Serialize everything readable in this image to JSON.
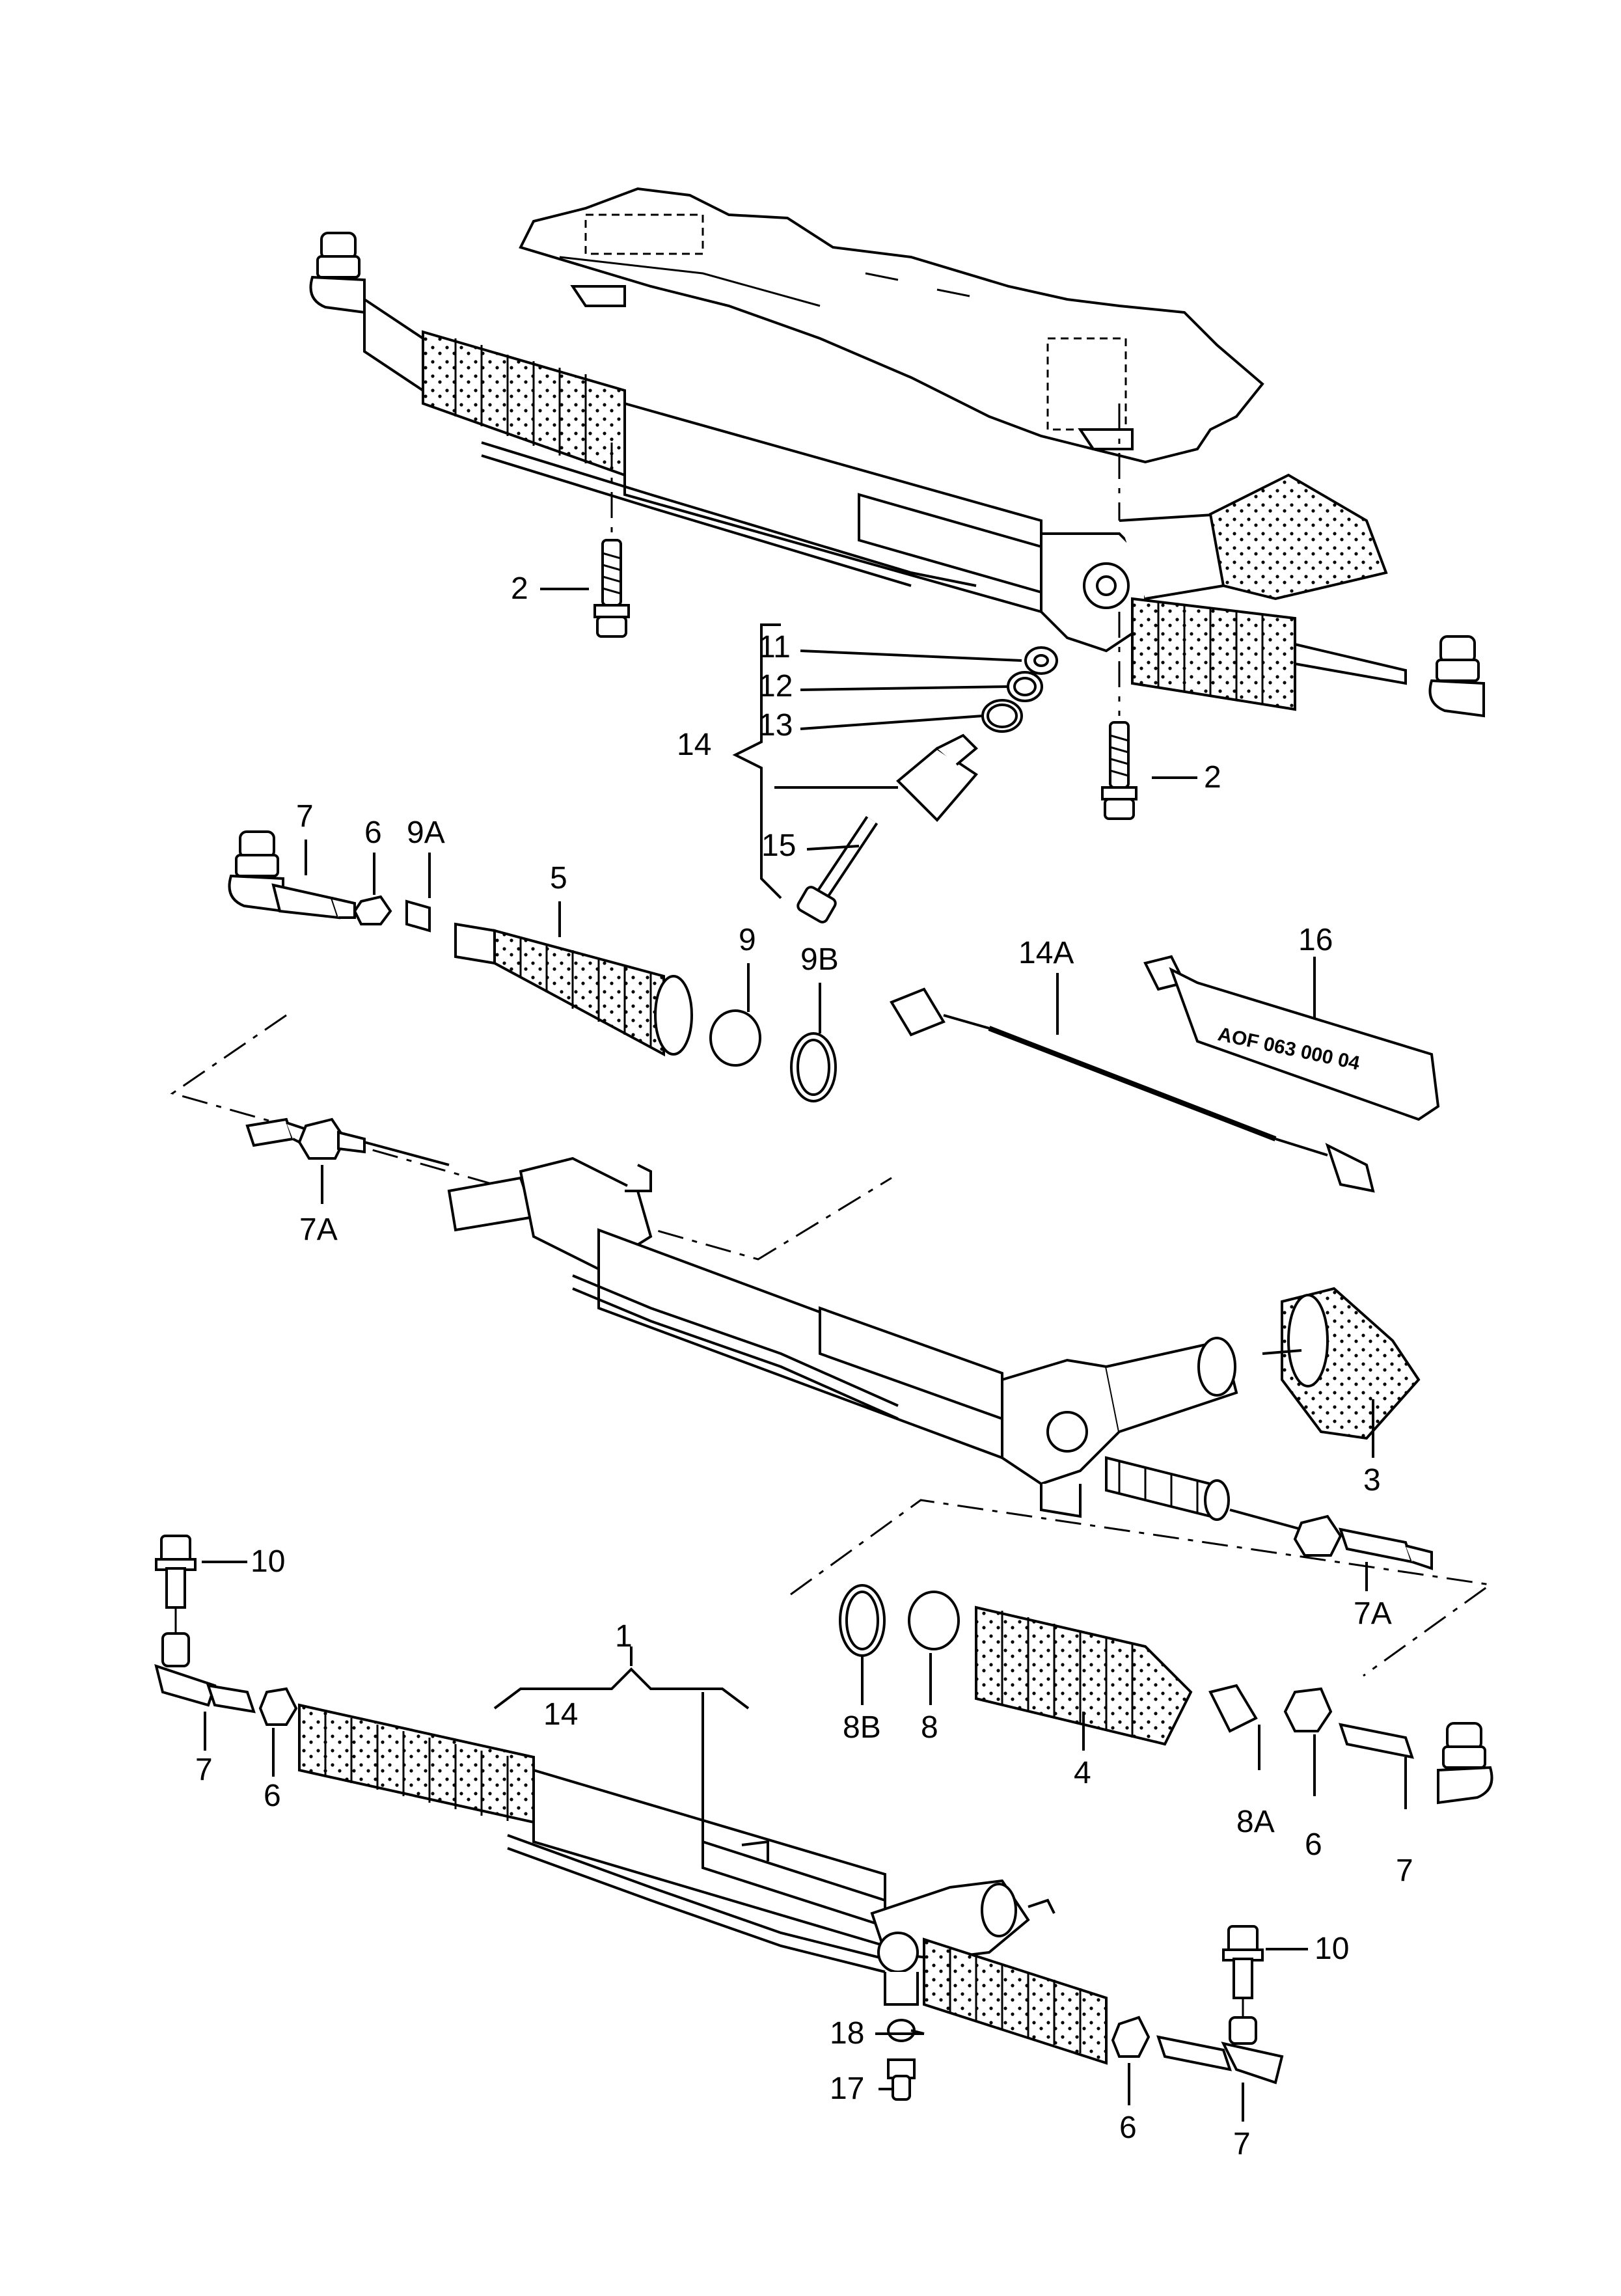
{
  "diagram": {
    "labels": {
      "l1": "1",
      "l2a": "2",
      "l2b": "2",
      "l3": "3",
      "l4": "4",
      "l5": "5",
      "l6a": "6",
      "l6b": "6",
      "l6c": "6",
      "l6d": "6",
      "l7a": "7",
      "l7b": "7",
      "l7c": "7",
      "l7d": "7",
      "l7A_a": "7A",
      "l7A_b": "7A",
      "l8": "8",
      "l8A": "8A",
      "l8B": "8B",
      "l9": "9",
      "l9A": "9A",
      "l9B": "9B",
      "l10a": "10",
      "l10b": "10",
      "l11": "11",
      "l12": "12",
      "l13": "13",
      "l14a": "14",
      "l14b": "14",
      "l14A": "14A",
      "l15": "15",
      "l16": "16",
      "l17": "17",
      "l18": "18"
    },
    "tube_text": "AOF 063 000 04"
  },
  "colors": {
    "line": "#000000",
    "background": "#ffffff"
  }
}
